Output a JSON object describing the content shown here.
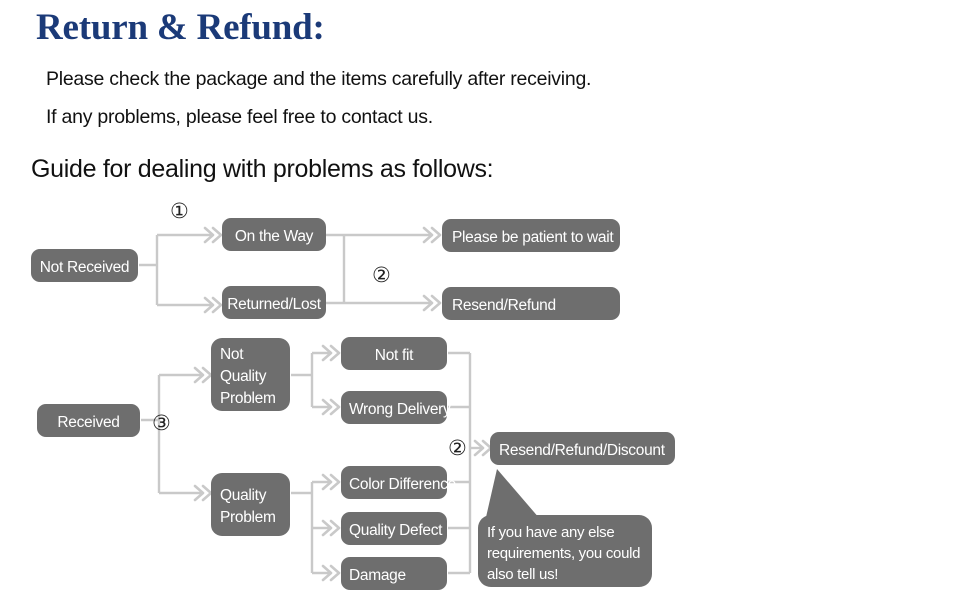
{
  "header": {
    "title": "Return & Refund:",
    "title_color": "#1b3a78",
    "intro_line_1": "Please check the package and the items carefully after receiving.",
    "intro_line_2": "If any problems, please feel free to contact us.",
    "guide_heading": "Guide for dealing with problems as follows:"
  },
  "theme": {
    "node_fill": "#6e6e6e",
    "node_text": "#ffffff",
    "connector": "#c9c9c9",
    "arrow": "#c9c9c9",
    "callout_fill": "#6e6e6e",
    "page_background": "#ffffff"
  },
  "flowchart": {
    "markers": [
      {
        "id": "marker-1",
        "label": "①"
      },
      {
        "id": "marker-2-top",
        "label": "②"
      },
      {
        "id": "marker-3",
        "label": "③"
      },
      {
        "id": "marker-2-bottom",
        "label": "②"
      }
    ],
    "nodes": [
      {
        "id": "not-received",
        "label": "Not Received",
        "lines": [
          "Not Received"
        ],
        "align": "center"
      },
      {
        "id": "on-the-way",
        "label": "On the Way",
        "lines": [
          "On the Way"
        ],
        "align": "center"
      },
      {
        "id": "returned-lost",
        "label": "Returned/Lost",
        "lines": [
          "Returned/Lost"
        ],
        "align": "center"
      },
      {
        "id": "please-be-patient",
        "label": "Please be patient to wait",
        "lines": [
          "Please be patient to wait"
        ],
        "align": "left"
      },
      {
        "id": "resend-refund",
        "label": "Resend/Refund",
        "lines": [
          "Resend/Refund"
        ],
        "align": "left"
      },
      {
        "id": "received",
        "label": "Received",
        "lines": [
          "Received"
        ],
        "align": "center"
      },
      {
        "id": "not-quality-problem",
        "label": "Not Quality Problem",
        "lines": [
          "Not",
          "Quality",
          "Problem"
        ],
        "align": "left"
      },
      {
        "id": "quality-problem",
        "label": "Quality Problem",
        "lines": [
          "Quality",
          "Problem"
        ],
        "align": "left"
      },
      {
        "id": "not-fit",
        "label": "Not fit",
        "lines": [
          "Not fit"
        ],
        "align": "center"
      },
      {
        "id": "wrong-delivery",
        "label": "Wrong Delivery",
        "lines": [
          "Wrong Delivery"
        ],
        "align": "left"
      },
      {
        "id": "color-difference",
        "label": "Color Difference",
        "lines": [
          "Color Difference"
        ],
        "align": "left"
      },
      {
        "id": "quality-defect",
        "label": "Quality Defect",
        "lines": [
          "Quality Defect"
        ],
        "align": "left"
      },
      {
        "id": "damage",
        "label": "Damage",
        "lines": [
          "Damage"
        ],
        "align": "left"
      },
      {
        "id": "resend-refund-discount",
        "label": "Resend/Refund/Discount",
        "lines": [
          "Resend/Refund/Discount"
        ],
        "align": "left"
      }
    ],
    "callout": {
      "id": "extra-requirements-callout",
      "lines": [
        "If you have any else",
        "requirements, you could",
        "also tell us!"
      ],
      "text": "If you have any else requirements, you could also tell us!"
    }
  }
}
